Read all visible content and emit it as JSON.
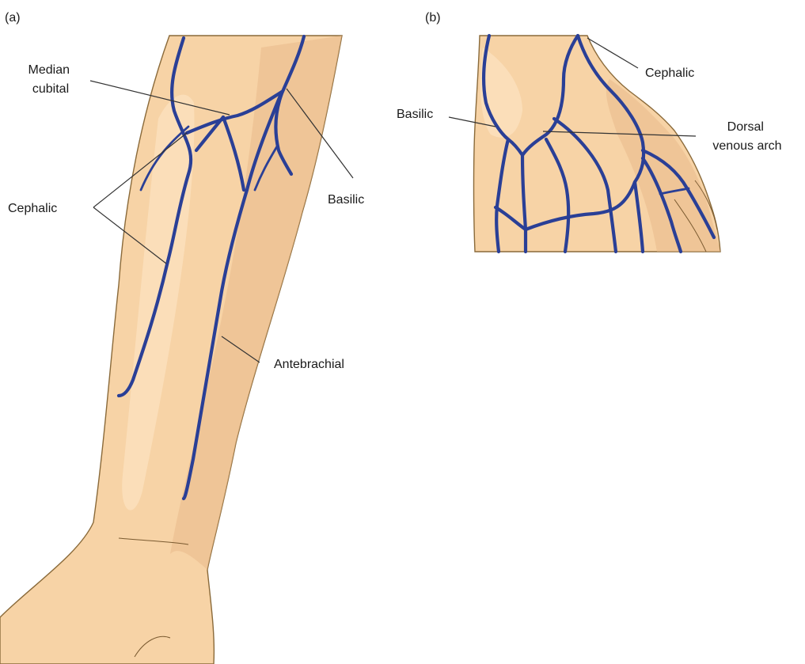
{
  "panels": {
    "a": {
      "label": "(a)",
      "labels": {
        "median_cubital": [
          "Median",
          "cubital"
        ],
        "cephalic": "Cephalic",
        "basilic": "Basilic",
        "antebrachial": "Antebrachial"
      }
    },
    "b": {
      "label": "(b)",
      "labels": {
        "cephalic": "Cephalic",
        "basilic": "Basilic",
        "dorsal_venous_arch": [
          "Dorsal",
          "venous arch"
        ]
      }
    }
  },
  "colors": {
    "skin": "#f7d3a6",
    "skin_outline": "#8a6a3a",
    "vein": "#2a3f96",
    "leader_line": "#333333",
    "background": "#ffffff"
  }
}
